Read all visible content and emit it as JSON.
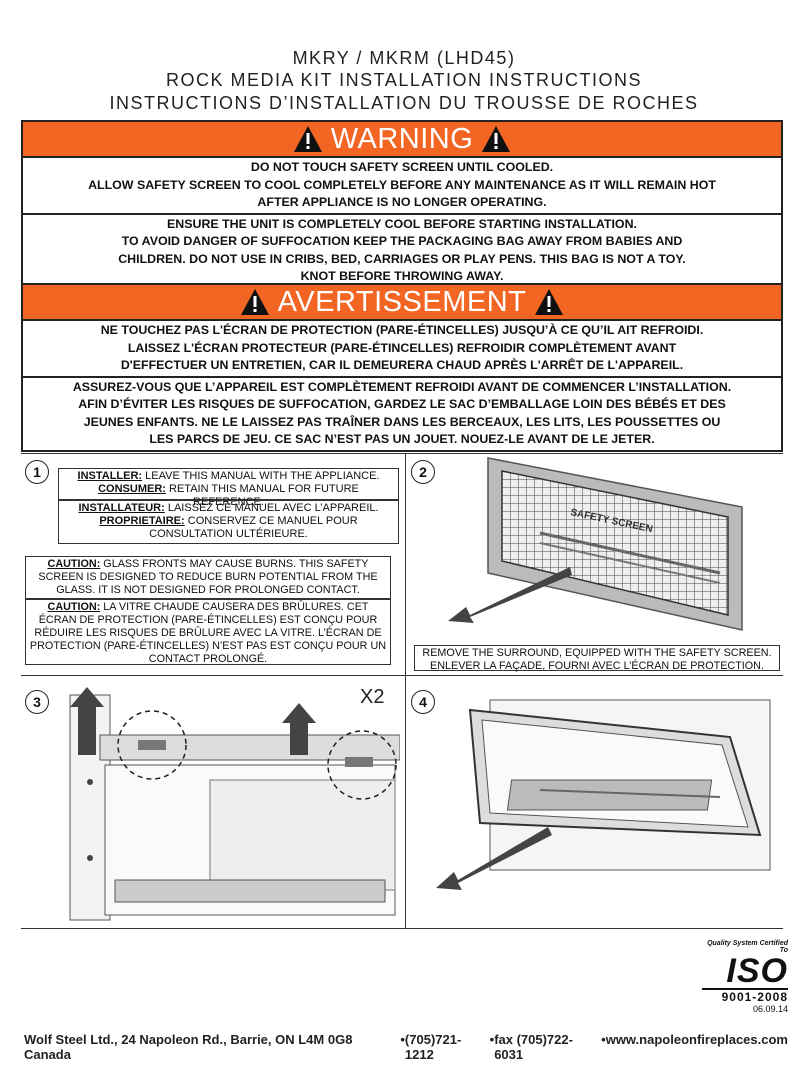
{
  "header": {
    "line1": "MKRY / MKRM (LHD45)",
    "line2": "ROCK MEDIA KIT INSTALLATION INSTRUCTIONS",
    "line3": "INSTRUCTIONS D’INSTALLATION DU TROUSSE DE ROCHES"
  },
  "warning_en": {
    "title": "WARNING",
    "sec1": [
      "DO NOT TOUCH SAFETY SCREEN UNTIL COOLED.",
      "ALLOW SAFETY SCREEN TO COOL COMPLETELY BEFORE ANY MAINTENANCE AS IT WILL REMAIN HOT",
      "AFTER APPLIANCE IS NO LONGER OPERATING."
    ],
    "sec2": [
      "ENSURE THE UNIT IS COMPLETELY COOL BEFORE STARTING INSTALLATION.",
      "TO AVOID DANGER OF SUFFOCATION KEEP THE PACKAGING BAG AWAY FROM BABIES AND",
      "CHILDREN. DO NOT USE IN CRIBS, BED, CARRIAGES OR PLAY PENS. THIS BAG IS NOT A TOY.",
      "KNOT BEFORE THROWING AWAY."
    ]
  },
  "warning_fr": {
    "title": "AVERTISSEMENT",
    "sec1": [
      "NE TOUCHEZ PAS L'ÉCRAN DE PROTECTION (PARE-ÉTINCELLES) JUSQU’À CE QU’IL AIT REFROIDI.",
      "LAISSEZ L'ÉCRAN PROTECTEUR (PARE-ÉTINCELLES) REFROIDIR COMPLÈTEMENT AVANT",
      "D'EFFECTUER UN ENTRETIEN, CAR IL DEMEURERA CHAUD APRÈS L'ARRÊT DE L'APPAREIL."
    ],
    "sec2": [
      "ASSUREZ-VOUS QUE L’APPAREIL EST COMPLÈTEMENT REFROIDI AVANT DE COMMENCER L’INSTALLATION.",
      "AFIN D’ÉVITER LES RISQUES DE SUFFOCATION, GARDEZ LE SAC D’EMBALLAGE LOIN DES BÉBÉS ET DES",
      "JEUNES ENFANTS. NE LE LAISSEZ PAS TRAÎNER DANS LES BERCEAUX, LES LITS, LES POUSSETTES OU",
      "LES PARCS DE JEU. CE SAC N’EST PAS UN JOUET. NOUEZ-LE AVANT DE LE JETER."
    ]
  },
  "steps": {
    "s1": "1",
    "s2": "2",
    "s3": "3",
    "s4": "4",
    "installer_label": "INSTALLER:",
    "installer_text": " LEAVE THIS MANUAL WITH THE APPLIANCE.",
    "consumer_label": "CONSUMER:",
    "consumer_text": " RETAIN THIS MANUAL FOR FUTURE REFERENCE.",
    "installateur_label": "INSTALLATEUR:",
    "installateur_text": " LAISSEZ CE MANUEL AVEC L’APPAREIL.",
    "proprietaire_label": "PROPRIETAIRE:",
    "proprietaire_text": " CONSERVEZ CE MANUEL POUR CONSULTATION ULTÉRIEURE.",
    "caution_en_label": "CAUTION:",
    "caution_en_text": " GLASS FRONTS MAY CAUSE BURNS. THIS SAFETY SCREEN IS DESIGNED TO REDUCE BURN POTENTIAL FROM THE GLASS. IT IS NOT DESIGNED FOR PROLONGED CONTACT.",
    "caution_fr_label": "CAUTION:",
    "caution_fr_text": " LA VITRE CHAUDE CAUSERA DES BRÛLURES. CET ÉCRAN DE PROTECTION (PARE-ÉTINCELLES) EST CONÇU POUR RÉDUIRE LES RISQUES DE BRÛLURE AVEC LA VITRE. L’ÉCRAN DE PROTECTION (PARE-ÉTINCELLES) N’EST PAS EST CONÇU POUR UN CONTACT PROLONGÉ.",
    "screen_label": "SAFETY SCREEN",
    "remove_en": "REMOVE THE SURROUND, EQUIPPED WITH THE SAFETY SCREEN.",
    "remove_fr": "ENLEVER LA FAÇADE, FOURNI AVEC L’ÉCRAN DE PROTECTION.",
    "x2": "X2"
  },
  "iso": {
    "tagline": "Quality System Certified To",
    "mark": "ISO",
    "number": "9001-2008",
    "date": "06.09.14"
  },
  "footer": {
    "company": "Wolf Steel Ltd., 24 Napoleon Rd., Barrie, ON L4M 0G8 Canada",
    "phone": "(705)721-1212",
    "fax": "fax (705)722-6031",
    "web": "www.napoleonfireplaces.com",
    "bullet": "•"
  },
  "colors": {
    "warning_orange": "#f26522"
  }
}
